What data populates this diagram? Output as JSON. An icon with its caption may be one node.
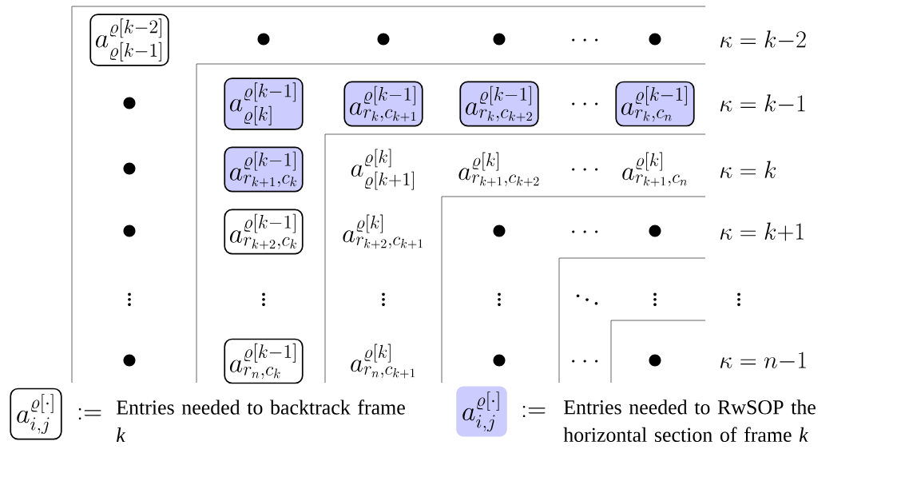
{
  "diagram": {
    "nodes": [
      {
        "text": [
          "a^{\\varrho[k-2]}_{\\varrho[k-1]}"
        ]
      },
      {
        "text": [
          "a^{\\varrho[k-1]}_{\\varrho[k]}"
        ]
      },
      {
        "text": [
          "a^{\\varrho[k-1]}_{r_k,c_{k+1}}"
        ]
      },
      {
        "text": [
          "a^{\\varrho[k-1]}_{r_k,c_{k+2}}"
        ]
      },
      {
        "text": [
          "a^{\\varrho[k-1]}_{r_k,c_n}"
        ]
      },
      {
        "text": [
          "a^{\\varrho[k-1]}_{r_{k+1},c_k}"
        ]
      },
      {
        "text": [
          "a^{\\varrho[k-1]}_{r_{k+2},c_k}"
        ]
      },
      {
        "text": [
          "a^{\\varrho[k-1]}_{r_n,c_k}"
        ]
      }
    ],
    "labels": [
      "\\bullet",
      "\\bullet",
      "\\bullet",
      "\\dots",
      "\\bullet",
      "\\kappa = k{-}2",
      "\\bullet",
      "\\dots",
      "\\kappa = k{-}1",
      "\\bullet",
      "a^{\\varrho[k]}_{\\varrho[k+1]}",
      "a^{\\varrho[k]}_{r_{k+1},c_{k+2}}",
      "\\dots",
      "a^{\\varrho[k]}_{r_{k+1},c_n}",
      "\\kappa = k",
      "\\bullet",
      "a^{\\varrho[k]}_{r_{k+2},c_{k+1}}",
      "\\bullet",
      "\\dots",
      "\\bullet",
      "\\kappa = k{+}1",
      "\\vdots",
      "\\vdots",
      "\\vdots",
      "\\vdots",
      "\\ddots",
      "\\vdots",
      "\\vdots",
      "\\bullet",
      "a^{\\varrho[k]}_{r_n,c_{k+1}}",
      "\\bullet",
      "\\dots",
      "\\bullet",
      "\\kappa = n{-}1",
      "a^{\\varrho[\\cdot]}_{i,j}",
      ":=",
      "a^{\\varrho[\\cdot]}_{i,j}",
      ":="
    ],
    "legend": [
      {
        "text": "Entries needed to backtrack frame *k*"
      },
      {
        "text": "Entries needed to RwSOP the horizontal section of frame *k*",
        "color": "#ccccff"
      }
    ]
  }
}
